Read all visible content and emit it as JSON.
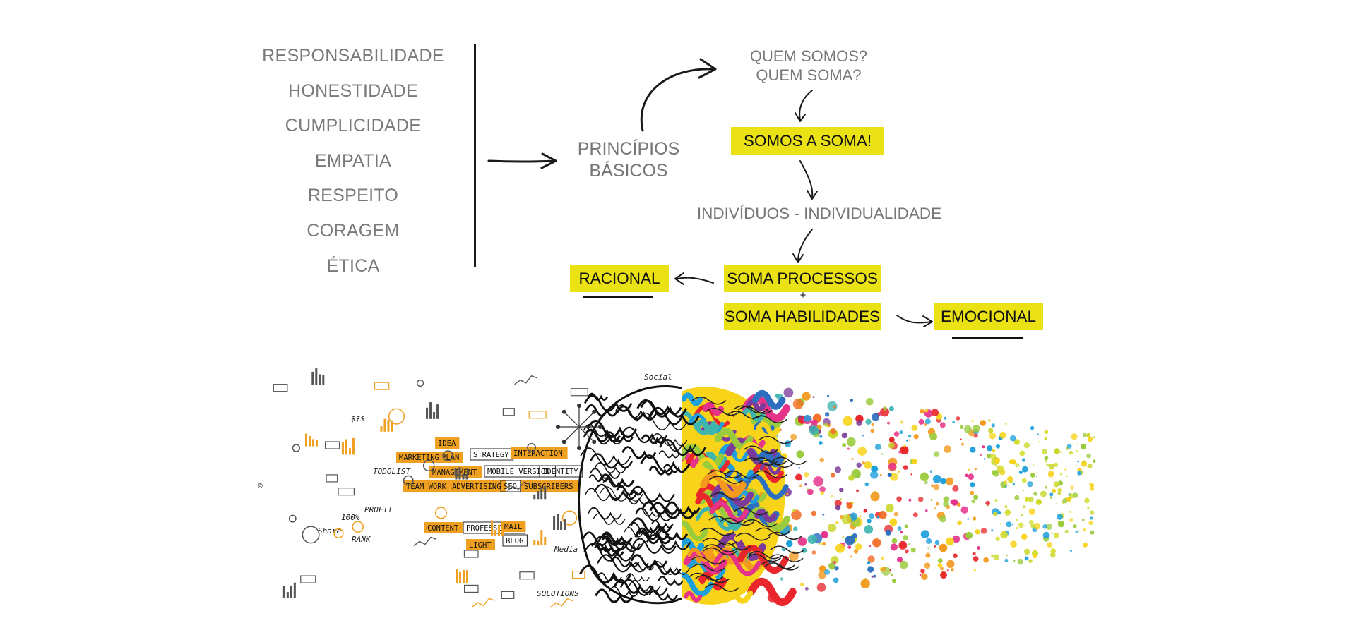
{
  "values_list": [
    "RESPONSABILIDADE",
    "HONESTIDADE",
    "CUMPLICIDADE",
    "EMPATIA",
    "RESPEITO",
    "CORAGEM",
    "ÉTICA"
  ],
  "principles": {
    "line1": "PRINCÍPIOS",
    "line2": "BÁSICOS"
  },
  "question": {
    "line1": "QUEM SOMOS?",
    "line2": "QUEM SOMA?"
  },
  "somos_soma": "SOMOS A SOMA!",
  "individuos": "INDIVÍDUOS - INDIVIDUALIDADE",
  "soma_processos": "SOMA PROCESSOS",
  "plus": "+",
  "soma_habilidades": "SOMA HABILIDADES",
  "racional": "RACIONAL",
  "emocional": "EMOCIONAL",
  "doodles": {
    "idea": "IDEA",
    "plan": "PLAN",
    "strategy": "STRATEGY",
    "interaction": "INTERACTION",
    "marketing": "MARKETING",
    "management": "MANAGEMENT",
    "mobile_version": "MOBILE VERSION",
    "identity": "IDENTITY",
    "team_work": "TEAM WORK",
    "advertising": "ADVERTISING",
    "seo": "SEO",
    "subscribers": "SUBSCRIBERS",
    "content": "CONTENT",
    "professional": "PROFESSIONAL",
    "mail": "MAIL",
    "light": "LIGHT",
    "blog": "BLOG",
    "media": "Media",
    "social": "Social",
    "profit": "PROFIT",
    "rank": "RANK",
    "share": "Share",
    "solutions": "SOLUTIONS",
    "todo_list": "TODOLIST",
    "percent": "100%",
    "money": "$$$",
    "copyright": "©"
  },
  "colors": {
    "highlight": "#ebe216",
    "label_gray": "#777777",
    "ink": "#111111",
    "doodle_orange": "#f0a020"
  },
  "icons": [
    "curved-arrow-icon",
    "right-arrow-icon",
    "down-arrow-icon",
    "left-arrow-icon",
    "brain-illustration",
    "paint-splatter"
  ]
}
